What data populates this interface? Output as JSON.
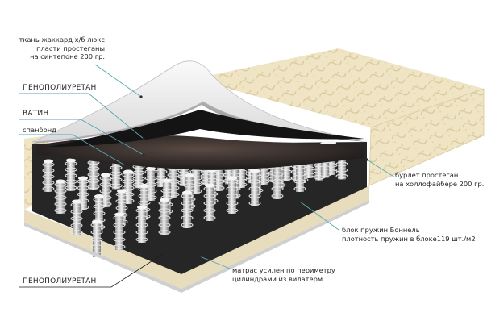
{
  "labels": {
    "fabric": [
      "ткань жаккард х/б люкс",
      "пласти простеганы",
      "на синтепоне 200 гр."
    ],
    "foam_top": "ПЕНОПОЛИУРЕТАН",
    "batting": "ВАТИН",
    "spunbond": "спанбонд",
    "border": [
      "бурлет простеган",
      "на холлофайбере 200 гр."
    ],
    "spring_block": [
      "блок пружин Боннель",
      "плотность пружин в блоке119 шт./м2"
    ],
    "reinforced": [
      "матрас усилен по периметру",
      "цилиндрами из вилатерм"
    ],
    "foam_bottom": "ПЕНОПОЛИУРЕТАН"
  },
  "colors": {
    "fabric": "#efe4c4",
    "fabric_pattern": "#dccb9a",
    "leader_line": "#5aa7b3",
    "foam": "#f2f2f2",
    "batting": "#2d2d2d",
    "spring": "#cfcfcf",
    "label_text": "#1f1f1f"
  }
}
